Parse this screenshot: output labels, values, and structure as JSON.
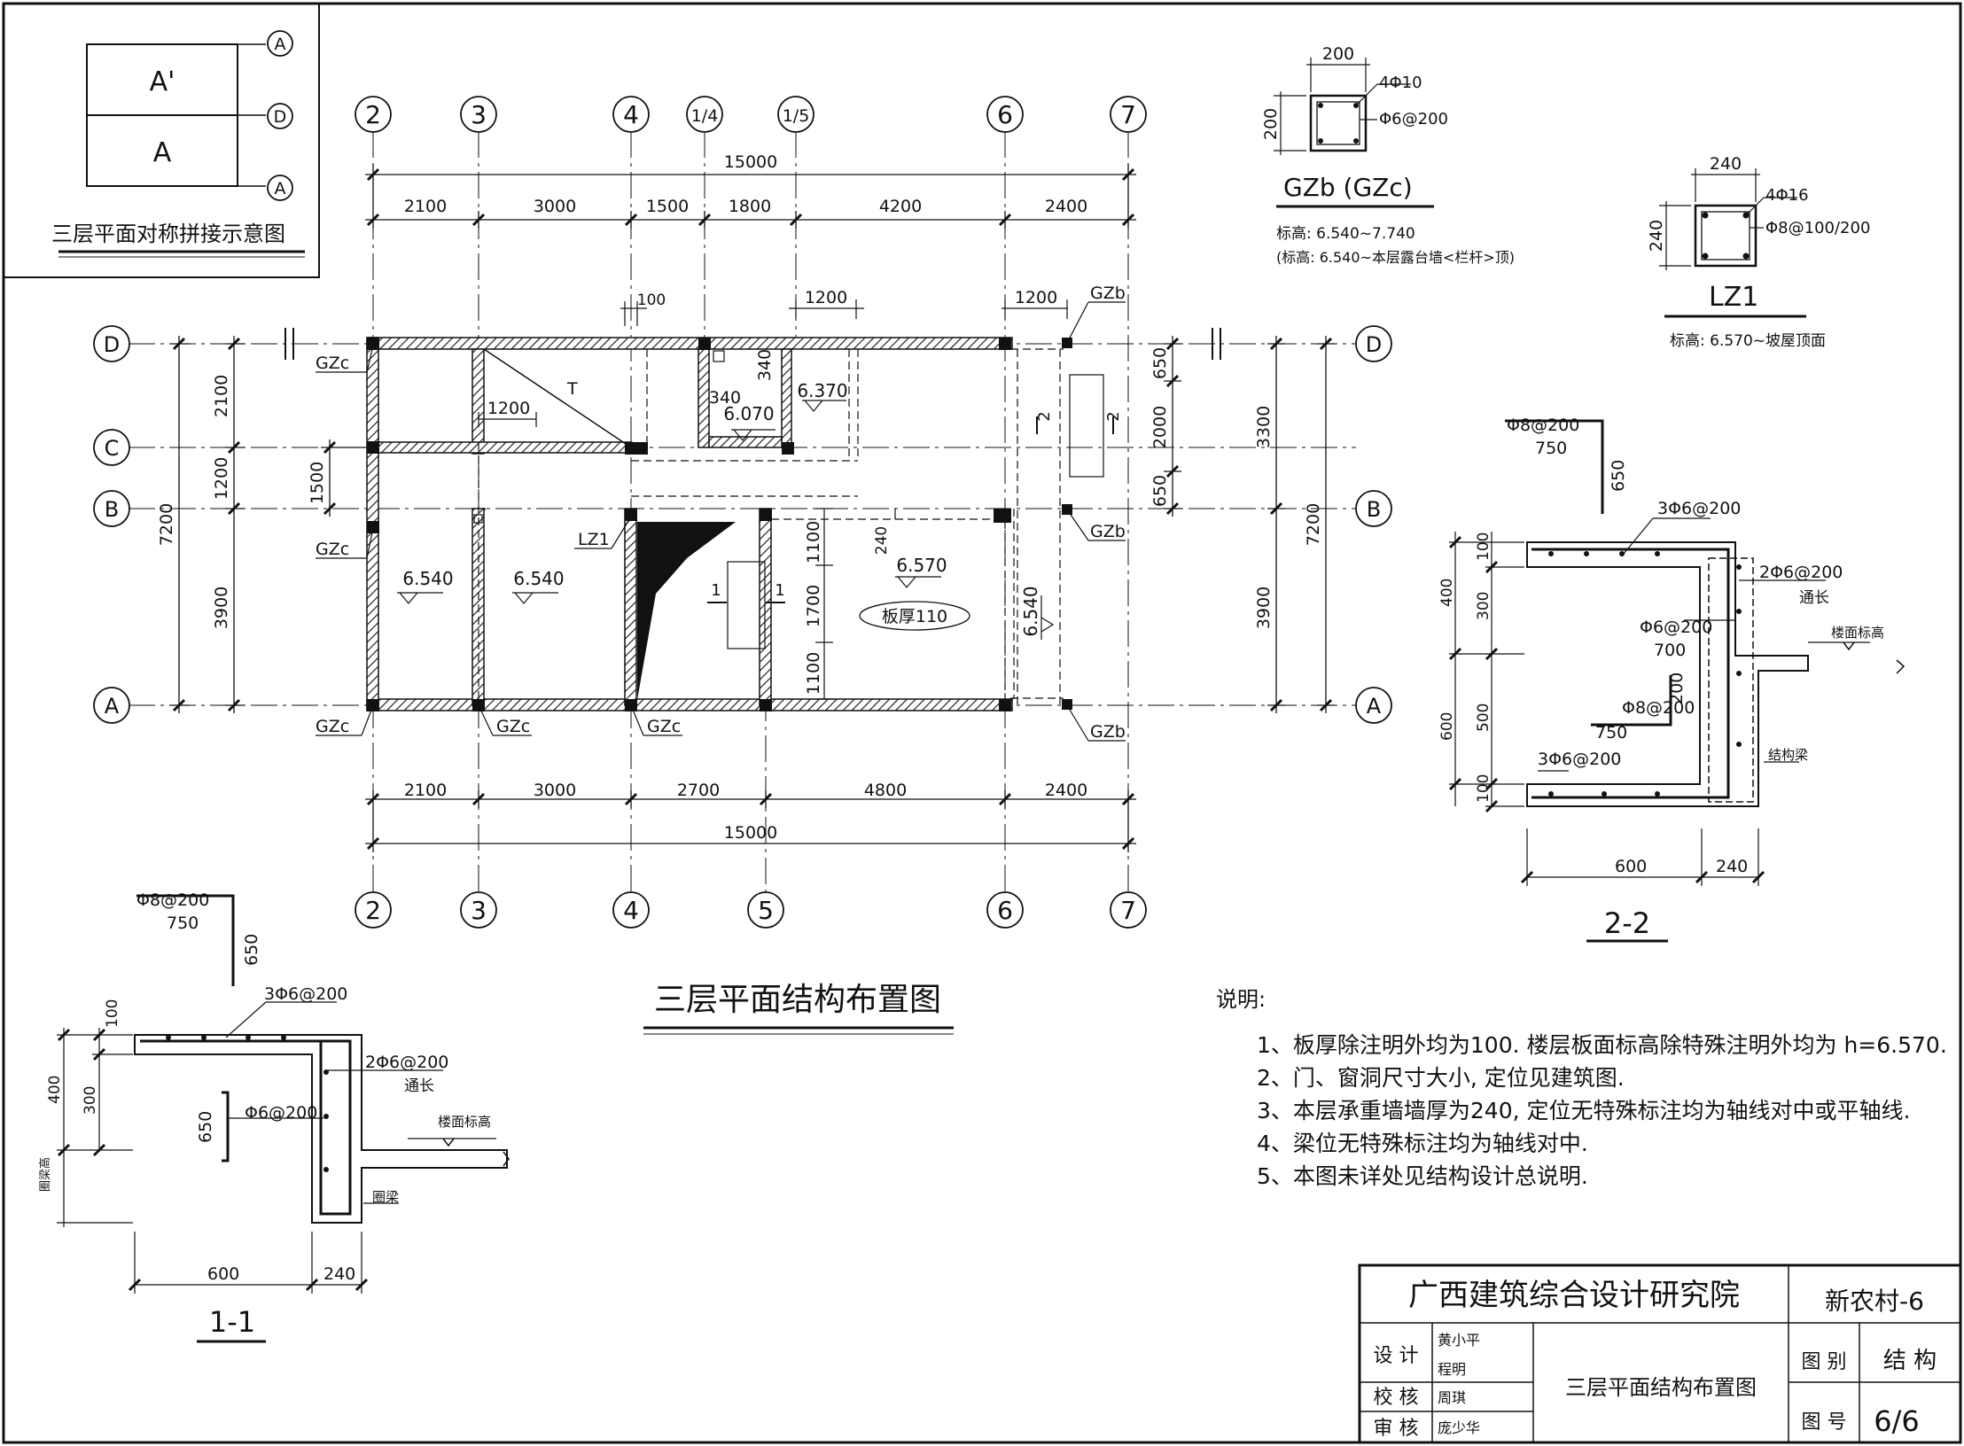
{
  "key_plan": {
    "title": "三层平面对称拼接示意图",
    "upper_label": "A'",
    "lower_label": "A",
    "bubbles": [
      "A",
      "D",
      "A"
    ]
  },
  "plan": {
    "title": "三层平面结构布置图",
    "top_axes": [
      "2",
      "3",
      "4",
      "1/4",
      "1/5",
      "6",
      "7"
    ],
    "bottom_axes": [
      "2",
      "3",
      "4",
      "5",
      "6",
      "7"
    ],
    "row_axes": [
      "D",
      "C",
      "B",
      "A"
    ],
    "top_total": "15000",
    "top_dims": [
      "2100",
      "3000",
      "1500",
      "1800",
      "4200",
      "2400"
    ],
    "bottom_total": "15000",
    "bottom_dims": [
      "2100",
      "3000",
      "2700",
      "4800",
      "2400"
    ],
    "left_dims": [
      "2100",
      "1200",
      "3900"
    ],
    "left_sub": "1500",
    "left_total": "7200",
    "right_dims": [
      "650",
      "2000",
      "650"
    ],
    "right_mid": [
      "3300",
      "3900"
    ],
    "right_total": "7200",
    "top_small": [
      "100",
      "1200",
      "1200"
    ],
    "columns": {
      "gzc": "GZc",
      "gzb": "GZb",
      "lz1": "LZ1"
    },
    "stair": "T",
    "dim_1200": "1200",
    "dim_340a": "340",
    "dim_340b": "340",
    "levels": [
      "6.370",
      "6.070",
      "6.540",
      "6.540",
      "6.570",
      "6.540"
    ],
    "dim_240": "240",
    "right_room_dims": [
      "1100",
      "1700",
      "1100"
    ],
    "slab_note": "板厚110",
    "sec_marks": [
      "1",
      "1",
      "2",
      "2"
    ]
  },
  "gzb": {
    "dim": "200",
    "dim_side": "200",
    "bars": "4Φ10",
    "stirrup": "Φ6@200",
    "name": "GZb (GZc)",
    "note1": "标高: 6.540~7.740",
    "note2": "(标高: 6.540~本层露台墙<栏杆>顶)"
  },
  "lz1": {
    "dim": "240",
    "dim_side": "240",
    "bars": "4Φ16",
    "stirrup": "Φ8@100/200",
    "name": "LZ1",
    "note": "标高: 6.570~坡屋顶面"
  },
  "sec11": {
    "title": "1-1",
    "top_bar": "Φ8@200",
    "top_len": "750",
    "hook": "650",
    "bars1": "3Φ6@200",
    "long": "2Φ6@200",
    "long2": "通长",
    "stir": "Φ6@200",
    "h650": "650",
    "floor_label": "楼面标高",
    "beam": "圈梁",
    "beam_h": "圈梁高",
    "dims_v": [
      "100",
      "300",
      "400"
    ],
    "dims_h": [
      "600",
      "240"
    ]
  },
  "sec22": {
    "title": "2-2",
    "top_bar": "Φ8@200",
    "top_len": "750",
    "hook": "650",
    "bars1": "3Φ6@200",
    "long": "2Φ6@200",
    "long2": "通长",
    "floor_label": "楼面标高",
    "stir": "Φ6@200",
    "stir_len": "700",
    "mid_bar": "Φ8@200",
    "mid_len": "750",
    "mid_h": "200",
    "bars2": "3Φ6@200",
    "beam": "结构梁",
    "dims_v": [
      "100",
      "300",
      "400",
      "500",
      "600",
      "100"
    ],
    "dims_h": [
      "600",
      "240"
    ]
  },
  "notes": {
    "heading": "说明:",
    "items": [
      "1、板厚除注明外均为100. 楼层板面标高除特殊注明外均为 h=6.570.",
      "2、门、窗洞尺寸大小, 定位见建筑图.",
      "3、本层承重墙墙厚为240, 定位无特殊标注均为轴线对中或平轴线.",
      "4、梁位无特殊标注均为轴线对中.",
      "5、本图未详处见结构设计总说明."
    ]
  },
  "titleblock": {
    "company": "广西建筑综合设计研究院",
    "project": "新农村-6",
    "design_label": "设 计",
    "designer1": "黄小平",
    "designer2": "程明",
    "check_label": "校 核",
    "checker": "周琪",
    "review_label": "审 核",
    "reviewer": "庞少华",
    "drawing_name": "三层平面结构布置图",
    "type_label": "图 别",
    "type_value": "结 构",
    "num_label": "图 号",
    "num_value": "6/6"
  }
}
